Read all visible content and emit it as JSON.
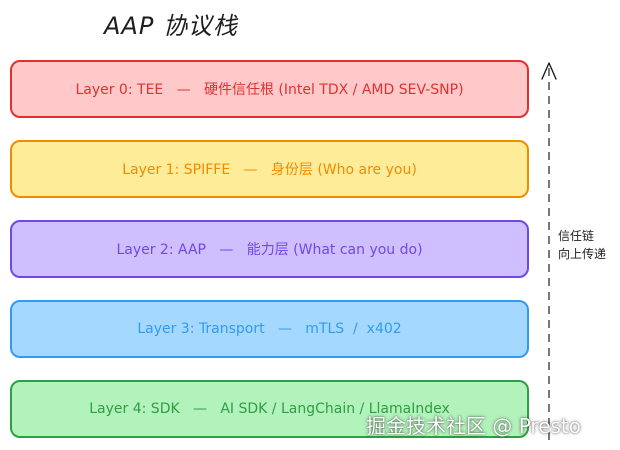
{
  "title": "AAP 协议栈",
  "layers": [
    {
      "label": "Layer 0: TEE   —   硬件信任根 (Intel TDX / AMD SEV-SNP)",
      "color": "#e03131",
      "fill": "#ffc9c9"
    },
    {
      "label": "Layer 1: SPIFFE   —   身份层 (Who are you)",
      "color": "#f08c00",
      "fill": "#ffec99"
    },
    {
      "label": "Layer 2: AAP   —   能力层 (What can you do)",
      "color": "#7048e8",
      "fill": "#d0bfff"
    },
    {
      "label": "Layer 3: Transport   —   mTLS  /  x402",
      "color": "#339af0",
      "fill": "#a5d8ff"
    },
    {
      "label": "Layer 4: SDK   —   AI SDK / LangChain / LlamaIndex",
      "color": "#2f9e44",
      "fill": "#b2f2bb"
    }
  ],
  "side_note": {
    "line1": "信任链",
    "line2": "向上传递"
  },
  "watermark": "掘金技术社区 @ Presto"
}
